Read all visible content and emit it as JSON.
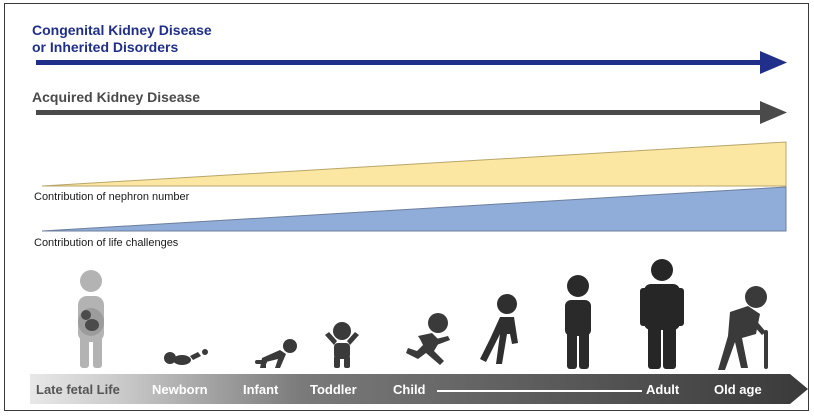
{
  "congenital": {
    "line1": "Congenital Kidney Disease",
    "line2": "or Inherited Disorders",
    "color": "#1f2f8a"
  },
  "acquired": {
    "label": "Acquired Kidney Disease",
    "color": "#4a4a4a"
  },
  "contributions": {
    "nephron_label": "Contribution of nephron number",
    "nephron_color": "#fbe7a1",
    "life_label": "Contribution of life challenges",
    "life_color": "#90acd8"
  },
  "stages": [
    "Late fetal Life",
    "Newborn",
    "Infant",
    "Toddler",
    "Child",
    "Adult",
    "Old age"
  ],
  "figure_colors": {
    "fetal": "#b3b3b3",
    "baby": "#3a3a3a",
    "adult": "#262626"
  },
  "timeline_gradient": [
    "#e6e6e6",
    "#3c3c3c"
  ]
}
